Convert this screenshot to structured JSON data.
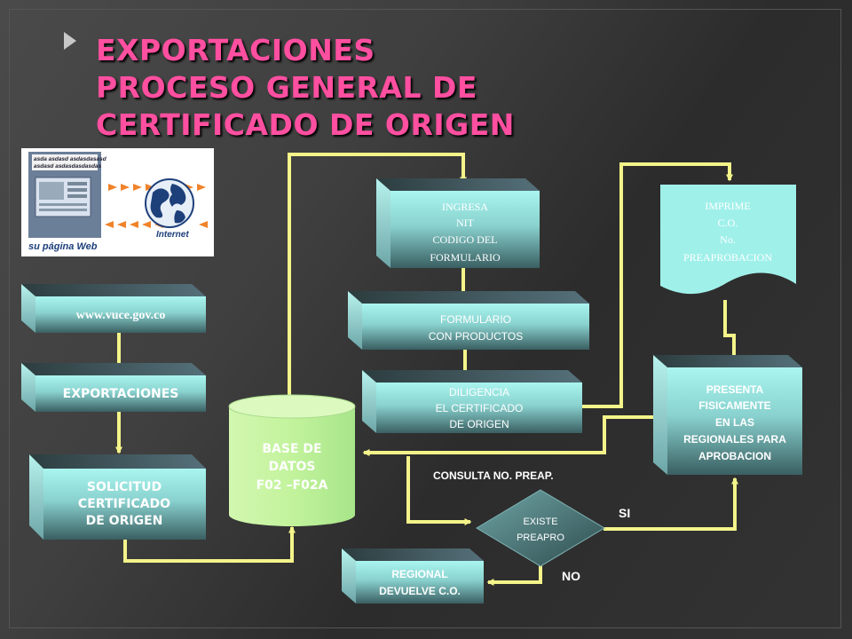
{
  "title": {
    "line1": "EXPORTACIONES",
    "line2": "PROCESO GENERAL DE",
    "line3": "CERTIFICADO DE ORIGEN"
  },
  "web_image": {
    "caption_left": "su página Web",
    "caption_right": "Internet",
    "header_line1": "asda asdasd asdasdasasd",
    "header_line2": "asdasd asdasdasdasdas"
  },
  "nodes": {
    "vuce": [
      "www.vuce.gov.co"
    ],
    "exportaciones": [
      "EXPORTACIONES"
    ],
    "solicitud": [
      "SOLICITUD",
      "CERTIFICADO",
      "DE ORIGEN"
    ],
    "base_datos": [
      "BASE DE",
      "DATOS",
      "F02 –F02A"
    ],
    "ingresa": [
      "INGRESA",
      "NIT",
      "CODIGO DEL",
      "FORMULARIO"
    ],
    "formulario": [
      "FORMULARIO",
      "CON PRODUCTOS"
    ],
    "diligencia": [
      "DILIGENCIA",
      "EL CERTIFICADO",
      "DE ORIGEN"
    ],
    "imprime": [
      "IMPRIME",
      "C.O.",
      "No.",
      "PREAPROBACION"
    ],
    "presenta": [
      "PRESENTA",
      "FISICAMENTE",
      "EN LAS",
      "REGIONALES PARA",
      "APROBACION"
    ],
    "existe": [
      "EXISTE",
      "PREAPRO"
    ],
    "regional": [
      "REGIONAL",
      "DEVUELVE C.O."
    ]
  },
  "labels": {
    "consulta": "CONSULTA NO. PREAP.",
    "si": "SI",
    "no": "NO"
  },
  "colors": {
    "title": "#ff4fa0",
    "connector": "#f4f48a",
    "box_light": "#a5f4ee",
    "box_dark": "#37585a",
    "cylinder": "#c6f5a0",
    "document": "#a0f0ea"
  }
}
